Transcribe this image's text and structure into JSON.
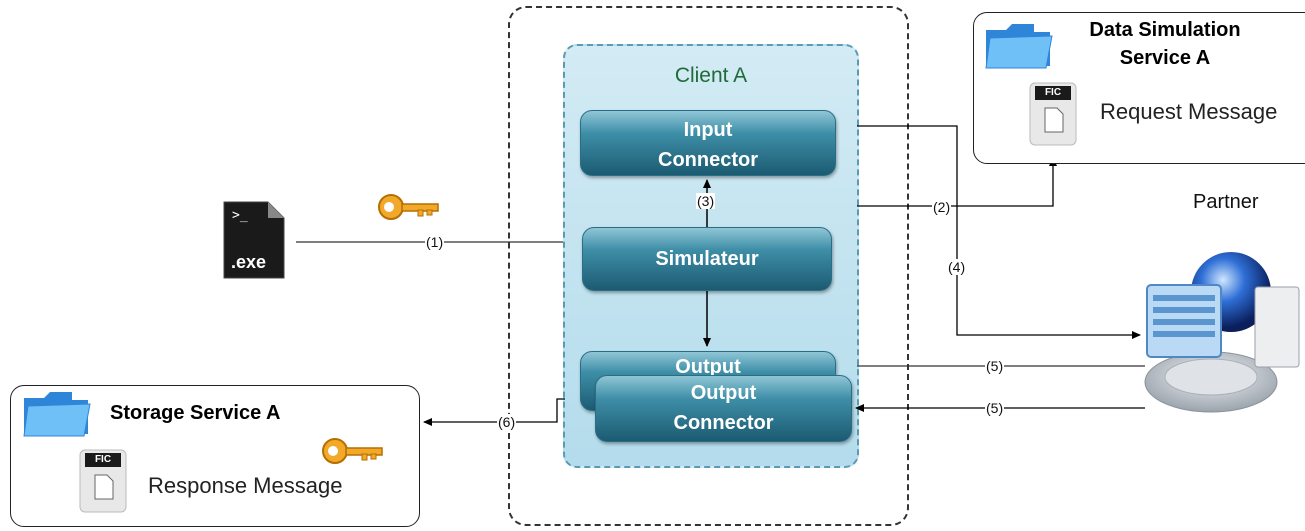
{
  "client": {
    "title": "Client A"
  },
  "components": {
    "input_connector": {
      "line1": "Input",
      "line2": "Connector"
    },
    "simulator": {
      "label": "Simulateur"
    },
    "output_connector_back": {
      "line1": "Output"
    },
    "output_connector_front": {
      "line1": "Output",
      "line2": "Connector"
    }
  },
  "data_service": {
    "title_line1": "Data Simulation",
    "title_line2": "Service A",
    "message": "Request Message",
    "file_icon_label": "FIC"
  },
  "storage_service": {
    "title": "Storage Service A",
    "message": "Response Message",
    "file_icon_label": "FIC"
  },
  "partner": {
    "label": "Partner"
  },
  "executable": {
    "label": ".exe",
    "prompt": ">_"
  },
  "edges": {
    "e1": "(1)",
    "e2": "(2)",
    "e3": "(3)",
    "e4": "(4)",
    "e5a": "(5)",
    "e5b": "(5)",
    "e6": "(6)"
  },
  "colors": {
    "connector_dark": "#1c5b72",
    "client_panel": "#c6e4f0",
    "client_title": "#1e6b3b",
    "key": "#f0a020",
    "folder": "#5aaef0"
  }
}
